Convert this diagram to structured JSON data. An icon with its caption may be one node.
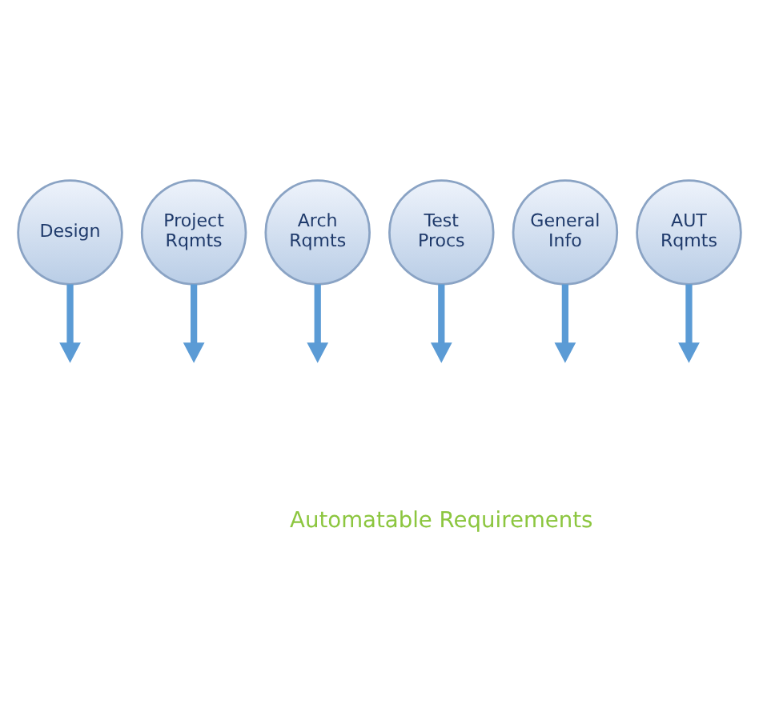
{
  "diagram": {
    "nodes": [
      {
        "text": [
          "Design"
        ]
      },
      {
        "text": [
          "Project Rqmts"
        ]
      },
      {
        "text": [
          "Arch Rqmts"
        ]
      },
      {
        "text": [
          "Test Procs"
        ]
      },
      {
        "text": [
          "General Info"
        ]
      },
      {
        "text": [
          "AUT Rqmts"
        ]
      }
    ],
    "edges": [
      {
        "from": 0,
        "to": null,
        "arrow": "to"
      },
      {
        "from": 1,
        "to": null,
        "arrow": "to"
      },
      {
        "from": 2,
        "to": null,
        "arrow": "to"
      },
      {
        "from": 3,
        "to": null,
        "arrow": "to"
      },
      {
        "from": 4,
        "to": null,
        "arrow": "to"
      },
      {
        "from": 5,
        "to": null,
        "arrow": "to"
      }
    ],
    "labels": [
      "Automatable Requirements"
    ]
  }
}
